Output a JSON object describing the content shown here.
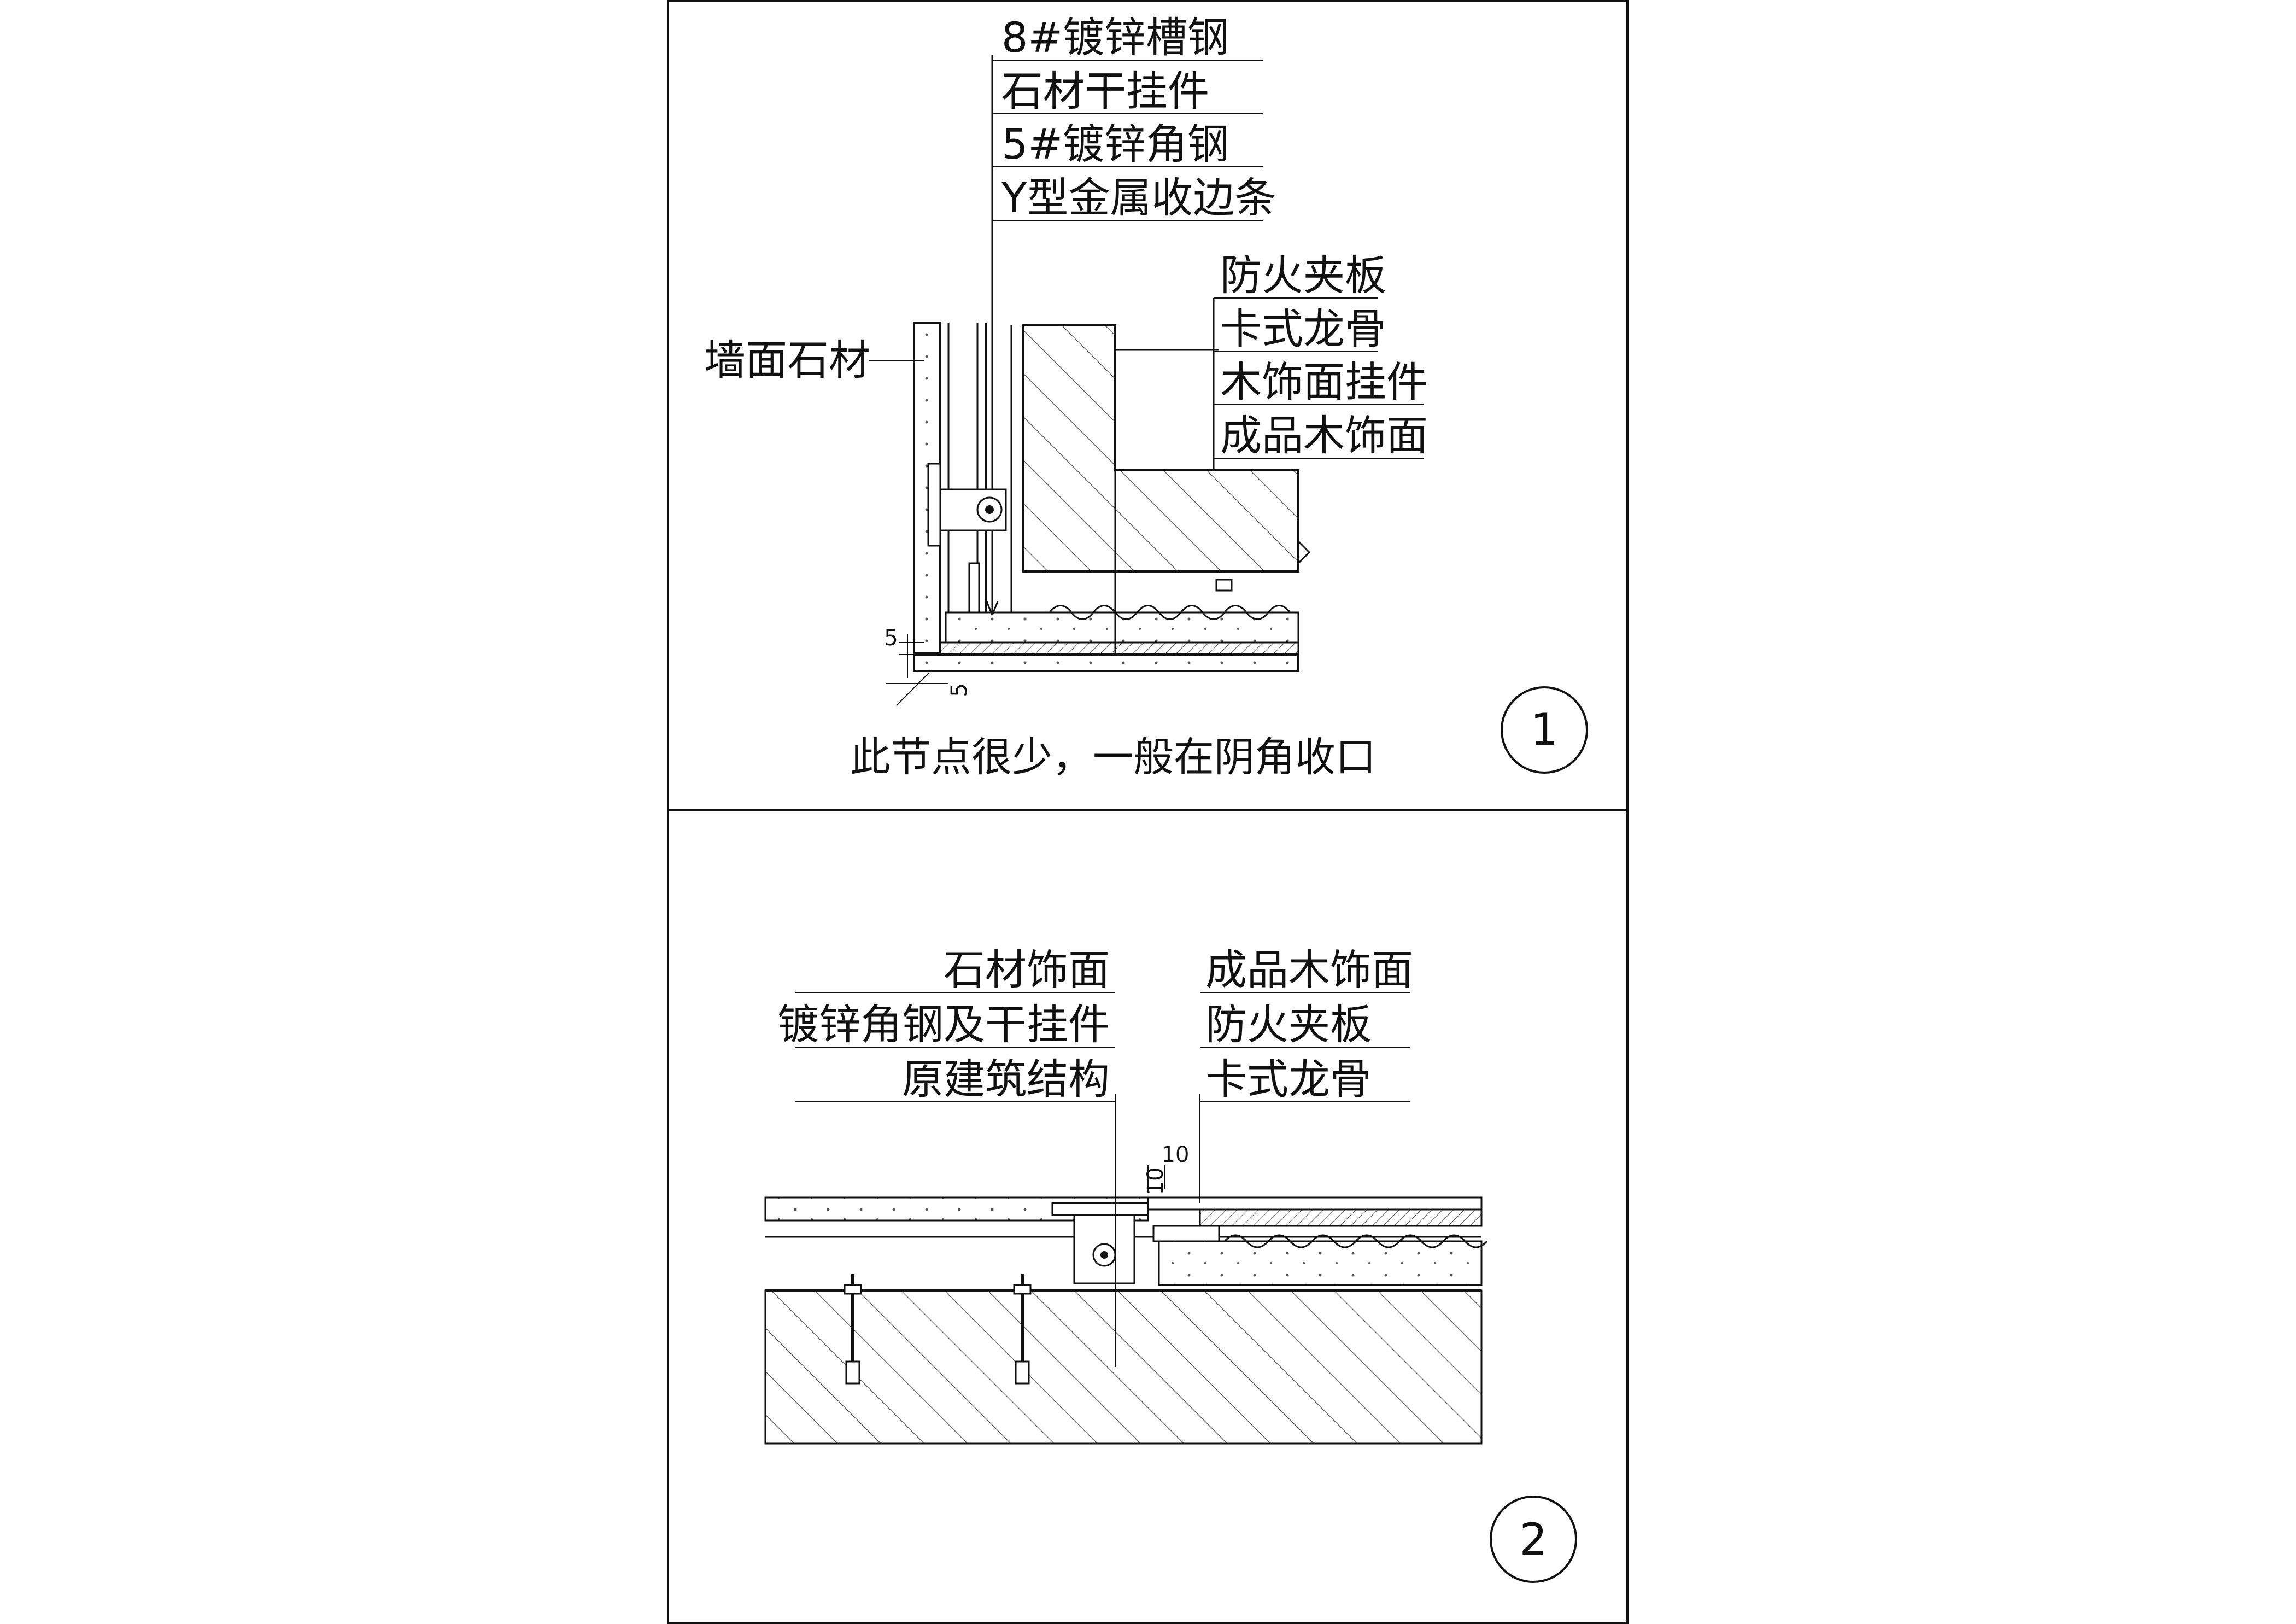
{
  "detail1": {
    "number": "1",
    "labels_top": [
      "8#镀锌槽钢",
      "石材干挂件",
      "5#镀锌角钢",
      "Y型金属收边条"
    ],
    "labels_right": [
      "防火夹板",
      "卡式龙骨",
      "木饰面挂件",
      "成品木饰面"
    ],
    "label_left": "墙面石材",
    "dim_vertical": "5",
    "dim_horizontal": "5",
    "note": "此节点很少，一般在阴角收口"
  },
  "detail2": {
    "number": "2",
    "labels_left": [
      "石材饰面",
      "镀锌角钢及干挂件",
      "原建筑结构"
    ],
    "labels_right": [
      "成品木饰面",
      "防火夹板",
      "卡式龙骨"
    ],
    "dim_gap": "10",
    "dim_height": "10"
  }
}
